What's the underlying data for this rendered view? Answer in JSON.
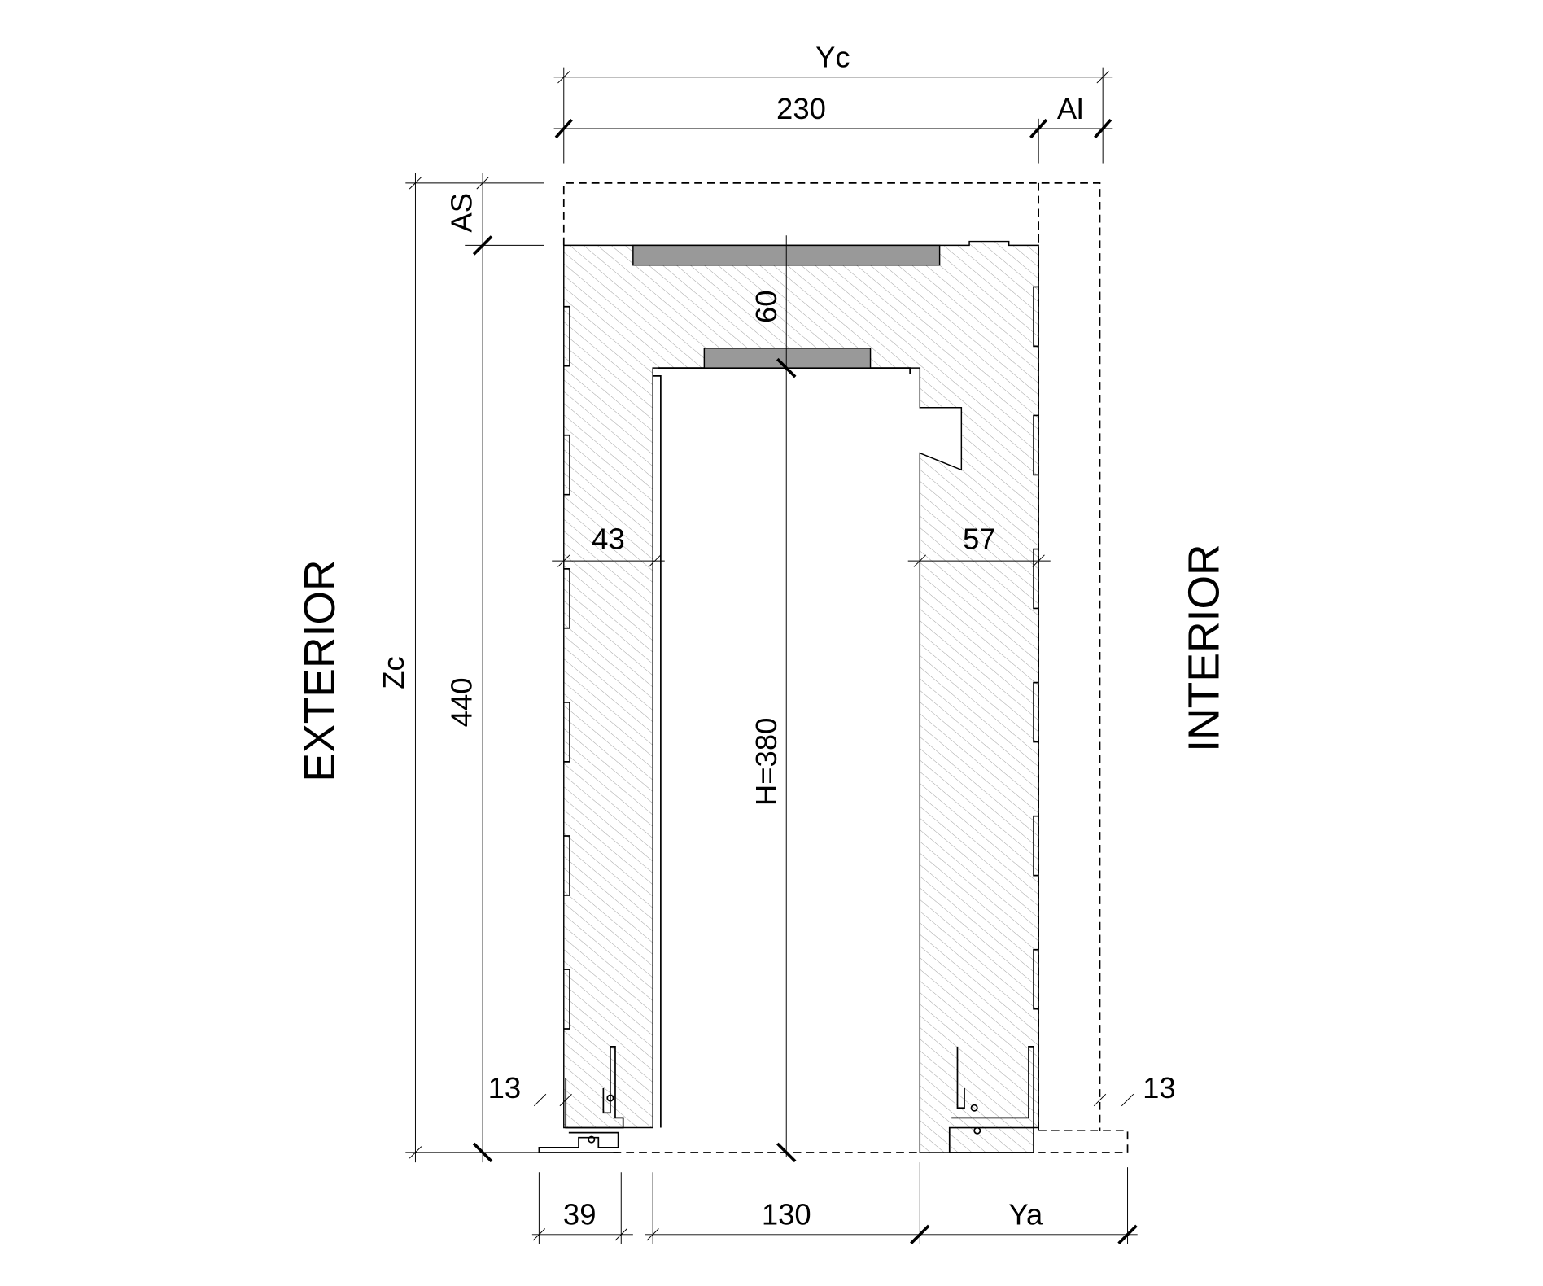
{
  "labels": {
    "exterior": "EXTERIOR",
    "interior": "INTERIOR"
  },
  "dimensions": {
    "overall_width": "Yc",
    "box_width": "230",
    "insulation_inner": "Al",
    "overall_height": "Zc",
    "box_height": "440",
    "insulation_top": "AS",
    "top_thickness": "60",
    "opening_height": "H=380",
    "left_wall": "43",
    "right_wall": "57",
    "left_profile_offset": "13",
    "right_profile_offset": "13",
    "left_profile_width": "39",
    "opening_width": "130",
    "right_projection": "Ya"
  },
  "colors": {
    "hatch": "#9a9a9a",
    "insulation_bar": "#999999",
    "line": "#000000"
  }
}
